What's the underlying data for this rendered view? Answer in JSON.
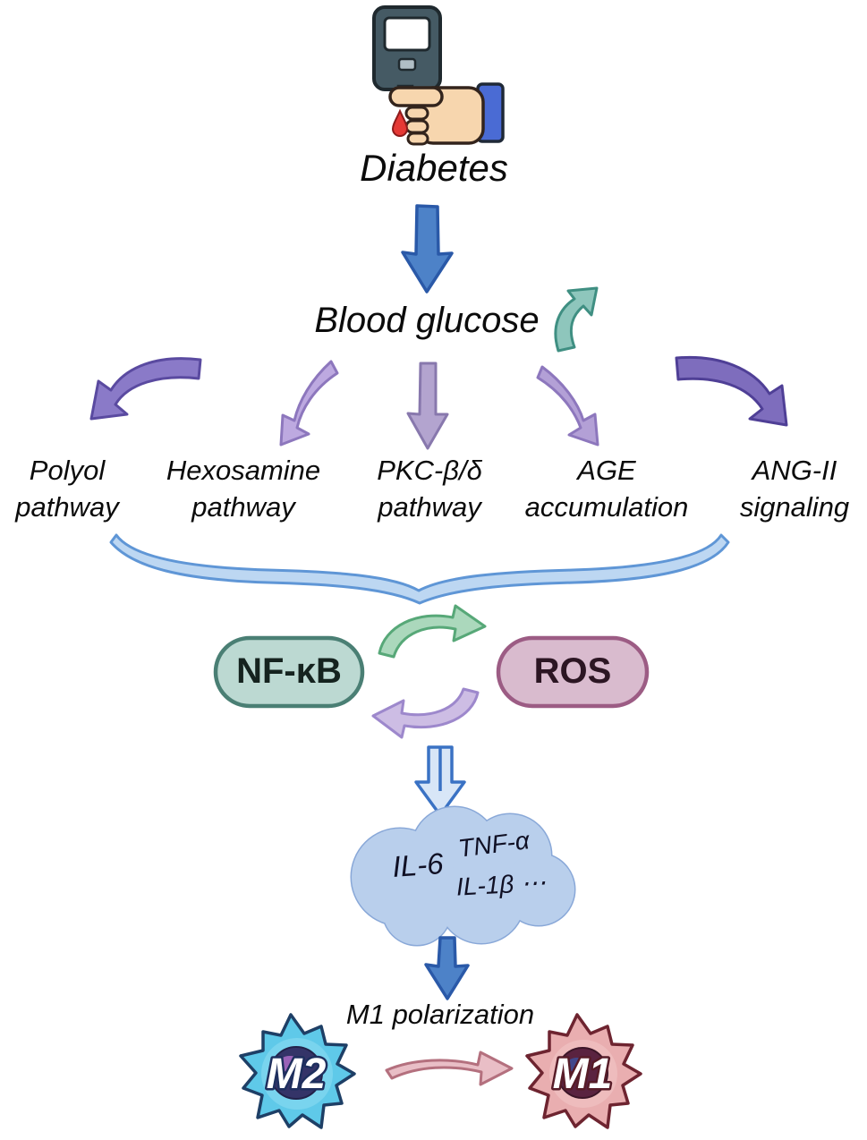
{
  "diagram": {
    "diabetes_label": "Diabetes",
    "blood_glucose_label": "Blood glucose",
    "pathways": [
      {
        "line1": "Polyol",
        "line2": "pathway"
      },
      {
        "line1": "Hexosamine",
        "line2": "pathway"
      },
      {
        "line1": "PKC-β/δ",
        "line2": "pathway"
      },
      {
        "line1": "AGE",
        "line2": "accumulation"
      },
      {
        "line1": "ANG-II",
        "line2": "signaling"
      }
    ],
    "cycle": {
      "nfkb_label": "NF-κB",
      "ros_label": "ROS"
    },
    "cytokines": [
      "IL-6",
      "TNF-α",
      "IL-1β ⋯"
    ],
    "m1_polarization_label": "M1 polarization",
    "cells": {
      "m2_label": "M2",
      "m1_label": "M1"
    },
    "icons": {
      "top_icon": "blood-glucose-meter-finger-prick-icon",
      "rise_icon": "glucose-rise-arrow-icon"
    },
    "colors": {
      "arrow_blue": "#4d82c8",
      "arrow_blue_border": "#2a59a8",
      "arrow_teal": "#8ec6bc",
      "arrow_purple_dark": "#7e6dbd",
      "arrow_purple_light": "#bda9e0",
      "brace_blue": "#bdd7f2",
      "nfkb_fill": "#bcd9d2",
      "nfkb_border": "#4a7f74",
      "ros_fill": "#d9bbce",
      "ros_border": "#9c5c84",
      "cycle_green": "#abd8bc",
      "cycle_purple": "#cdbde4",
      "cloud_blue": "#b9cfec",
      "m2_cell_fill": "#5fc9e9",
      "m1_cell_fill": "#e9aeb0",
      "m2_to_m1_arrow": "#e9bec6"
    }
  }
}
